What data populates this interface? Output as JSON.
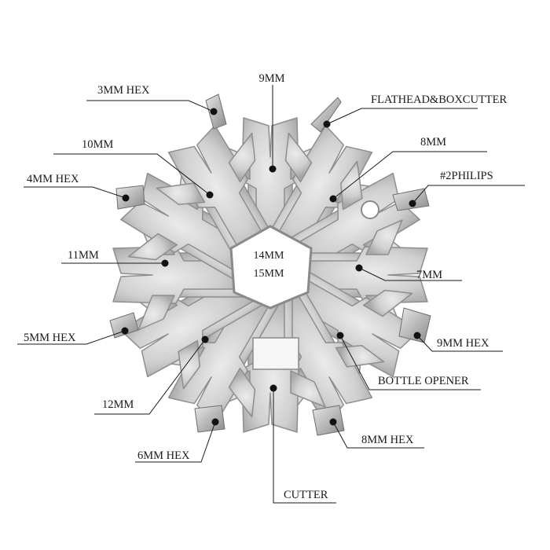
{
  "center": {
    "line1": "14MM",
    "line2": "15MM"
  },
  "labels": {
    "mm9": "9MM",
    "hex3": "3MM HEX",
    "flathead": "FLATHEAD&BOXCUTTER",
    "mm10": "10MM",
    "mm8": "8MM",
    "hex4": "4MM HEX",
    "philips": "#2PHILIPS",
    "mm11": "11MM",
    "mm7": "7MM",
    "hex5": "5MM HEX",
    "hex9": "9MM HEX",
    "bottle": "BOTTLE OPENER",
    "mm12": "12MM",
    "hex6": "6MM HEX",
    "hex8": "8MM HEX",
    "cutter": "CUTTER"
  },
  "colors": {
    "metal_light": "#e4e4e4",
    "metal_mid": "#c6c6c6",
    "metal_dark": "#8e8e8e",
    "ink": "#1a1a1a"
  }
}
